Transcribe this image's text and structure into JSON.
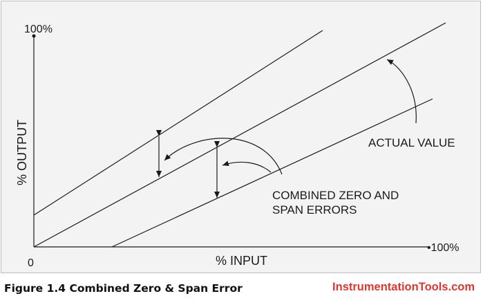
{
  "diagram": {
    "y_axis_top_label": "100%",
    "x_axis_end_label": "•100%",
    "origin_label": "0",
    "x_axis_title": "% INPUT",
    "y_axis_title": "% OUTPUT",
    "actual_value_label": "ACTUAL VALUE",
    "errors_label_line1": "COMBINED ZERO AND",
    "errors_label_line2": "SPAN ERRORS",
    "line_color": "#1a1a1a",
    "background_color": "#f3f3f3"
  },
  "caption": "Figure 1.4 Combined Zero & Span Error",
  "site_credit": "InstrumentationTools.com",
  "site_credit_color": "#e0362f"
}
